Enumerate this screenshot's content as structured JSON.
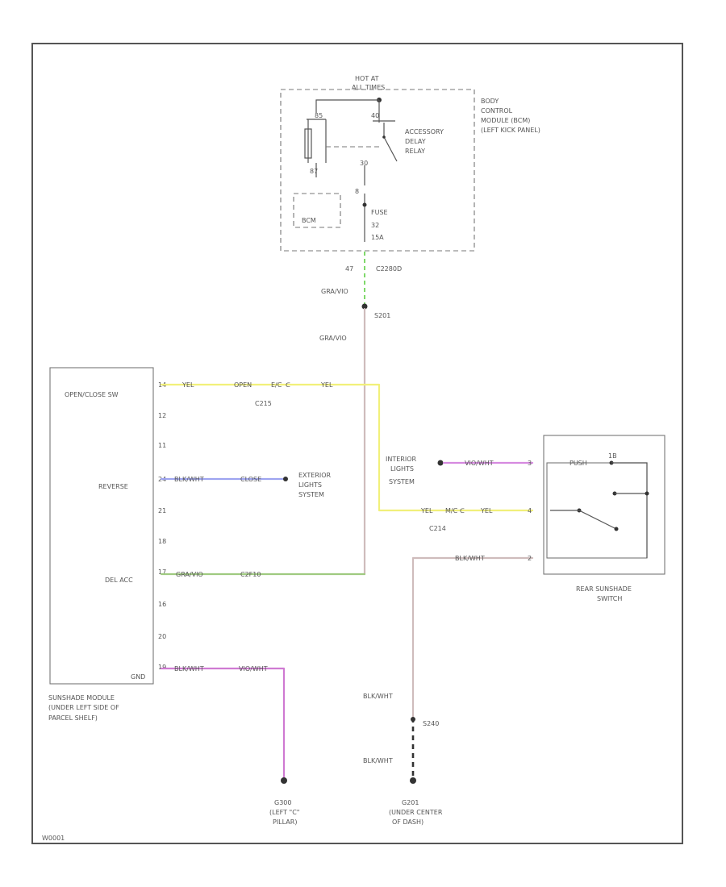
{
  "footer_code": "W0001",
  "power": {
    "hot_label_1": "HOT AT",
    "hot_label_2": "ALL TIMES",
    "bcm_label": [
      "BODY",
      "CONTROL",
      "MODULE (BCM)",
      "(LEFT KICK PANEL)"
    ],
    "relay_label": [
      "ACCESSORY",
      "DELAY",
      "RELAY"
    ],
    "bcm_internal": "BCM",
    "fuse_label": [
      "FUSE",
      "32",
      "15A"
    ],
    "pin_40": "40",
    "pin_85": "85",
    "pin_87": "87",
    "pin_30": "30",
    "c2280_pin": "47",
    "c2280_label": "C2280D"
  },
  "wires": {
    "gra_v_top": "GRA/VIO",
    "s201": "S201",
    "gra_v_mid": "GRA/VIO",
    "yel_1": "YEL",
    "open_ye": "OPEN",
    "c215_pin": "E/C",
    "yel_2": "YEL",
    "c215": "C215",
    "blk_wht_ext": "BLK/WHT",
    "clo_ext": "CLOSE",
    "gra_v_del": "GRA/VIO",
    "c2_label": "C2F10",
    "blk_gnd": "BLK/WHT",
    "vio_gnd": "VIO/WHT",
    "pink_wire": "VIO/WHT",
    "yel_3": "YEL",
    "c214_pin": "M/C",
    "yel_4": "YEL",
    "c214": "C214",
    "blk_sw": "BLK/WHT",
    "blk_s240_top": "BLK/WHT",
    "s240": "S240",
    "blk_s240_bot": "BLK/WHT"
  },
  "module": {
    "pins": [
      {
        "num": "14",
        "label": "OPEN/CLOSE SW"
      },
      {
        "num": "12",
        "label": ""
      },
      {
        "num": "11",
        "label": ""
      },
      {
        "num": "24",
        "label": "REVERSE"
      },
      {
        "num": "21",
        "label": ""
      },
      {
        "num": "18",
        "label": ""
      },
      {
        "num": "17",
        "label": "DEL ACC"
      },
      {
        "num": "16",
        "label": ""
      },
      {
        "num": "20",
        "label": ""
      },
      {
        "num": "19",
        "label": "GND"
      }
    ],
    "name": [
      "SUNSHADE MODULE",
      "(UNDER LEFT SIDE OF",
      "PARCEL SHELF)"
    ]
  },
  "exterior": [
    "EXTERIOR",
    "LIGHTS",
    "SYSTEM"
  ],
  "interior": [
    "INTERIOR",
    "LIGHTS",
    "SYSTEM"
  ],
  "switch": {
    "pin_top": "3",
    "pin_mid": "4",
    "pin_bot": "2",
    "top_label": "PUSH",
    "top_pin_right": "1B",
    "name": [
      "REAR SUNSHADE",
      "SWITCH"
    ]
  },
  "grounds": {
    "g300": [
      "G300",
      "(LEFT \"C\"",
      "PILLAR)"
    ],
    "g201": [
      "G201",
      "(UNDER CENTER",
      "OF DASH)"
    ]
  }
}
